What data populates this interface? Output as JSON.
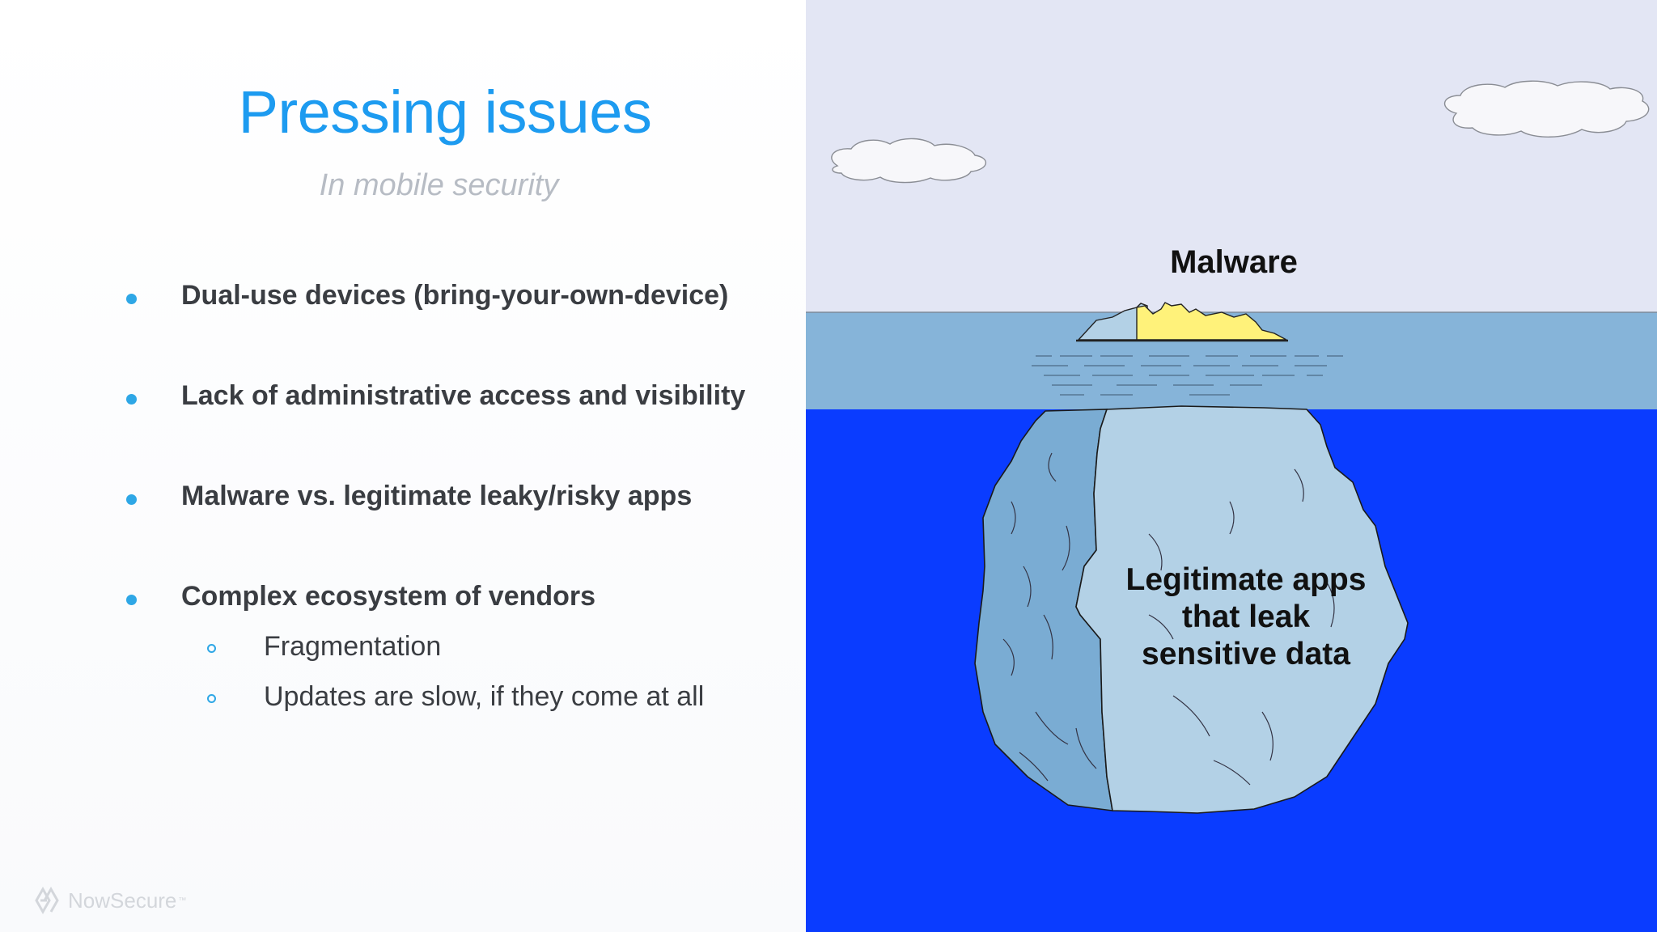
{
  "slide": {
    "title": "Pressing issues",
    "subtitle": "In mobile security",
    "bullets": [
      "Dual-use devices (bring-your-own-device)",
      "Lack of administrative access and visibility",
      "Malware vs. legitimate leaky/risky apps",
      "Complex ecosystem of vendors"
    ],
    "sub_bullets": [
      "Fragmentation",
      "Updates are slow, if they come at all"
    ],
    "logo_text": "NowSecure",
    "logo_mark": "™"
  },
  "illustration": {
    "above_water_label": "Malware",
    "below_water_label_lines": [
      "Legitimate apps",
      "that leak",
      "sensitive data"
    ]
  },
  "colors": {
    "title": "#1d9bf0",
    "bullet_dot": "#2ea7e6",
    "sky": "#e3e6f4",
    "water_surface": "#86b4d9",
    "deep_water": "#0a3cff",
    "iceberg_light": "#b3d1e6",
    "iceberg_dark": "#7aacd3",
    "malware_tip": "#fff27a"
  }
}
